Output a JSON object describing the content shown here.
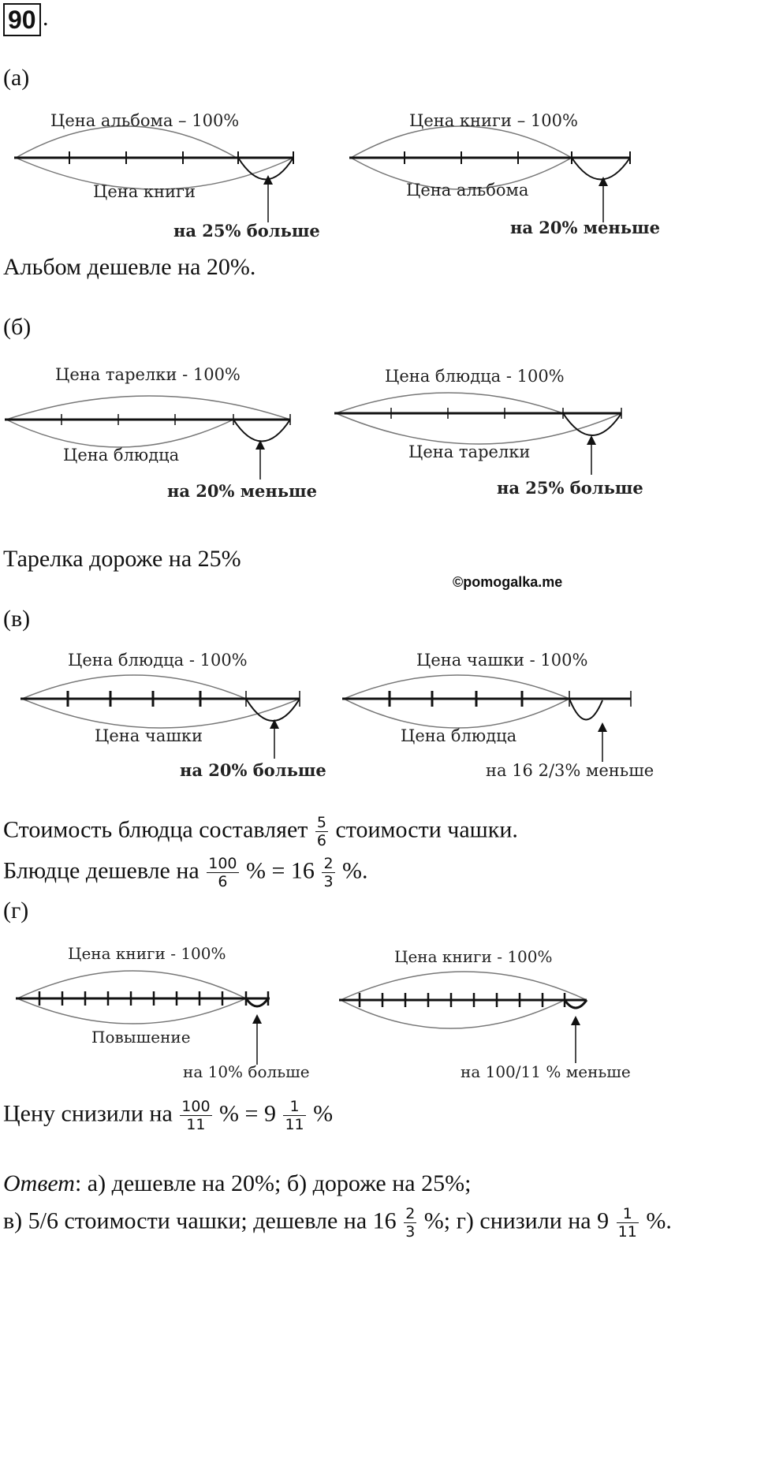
{
  "problem_number": "90",
  "problem_dot": ".",
  "watermark": "©pomogalka.me",
  "parts": {
    "a": {
      "label": "(а)",
      "left": {
        "top": "Цена альбома – 100%",
        "bottom": "Цена книги",
        "arrow": "на 25% больше"
      },
      "right": {
        "top": "Цена книги – 100%",
        "bottom": "Цена альбома",
        "arrow": "на 20% меньше"
      },
      "conclusion": "Альбом дешевле на 20%."
    },
    "b": {
      "label": "(б)",
      "left": {
        "top": "Цена тарелки - 100%",
        "bottom": "Цена блюдца",
        "arrow": "на 20% меньше"
      },
      "right": {
        "top": "Цена блюдца - 100%",
        "bottom": "Цена тарелки",
        "arrow": "на 25% больше"
      },
      "conclusion": "Тарелка дороже на 25%"
    },
    "c": {
      "label": "(в)",
      "left": {
        "top": "Цена блюдца - 100%",
        "bottom": "Цена чашки",
        "arrow": "на 20% больше"
      },
      "right": {
        "top": "Цена чашки - 100%",
        "bottom": "Цена блюдца",
        "arrow": "на 16 2/3% меньше"
      },
      "line1_pre": "Стоимость блюдца составляет",
      "line1_frac_n": "5",
      "line1_frac_d": "6",
      "line1_post": "стоимости чашки.",
      "line2_pre": "Блюдце дешевле на",
      "line2_frac1_n": "100",
      "line2_frac1_d": "6",
      "line2_mid": "% = 16",
      "line2_frac2_n": "2",
      "line2_frac2_d": "3",
      "line2_post": "%."
    },
    "d": {
      "label": "(г)",
      "left": {
        "top": "Цена книги - 100%",
        "bottom": "Повышение",
        "arrow": "на 10% больше"
      },
      "right": {
        "top": "Цена книги - 100%",
        "bottom": "",
        "arrow": "на 100/11 % меньше"
      },
      "line_pre": "Цену снизили на",
      "frac1_n": "100",
      "frac1_d": "11",
      "mid": "% = 9",
      "frac2_n": "1",
      "frac2_d": "11",
      "post": "%"
    }
  },
  "answer": {
    "label": "Ответ",
    "line1": ": а) дешевле на 20%; б) дороже на 25%;",
    "line2_pre": "в) 5/6 стоимости чашки; дешевле на 16",
    "line2_frac1_n": "2",
    "line2_frac1_d": "3",
    "line2_mid": "%; г) снизили на 9",
    "line2_frac2_n": "1",
    "line2_frac2_d": "11",
    "line2_post": "%."
  }
}
